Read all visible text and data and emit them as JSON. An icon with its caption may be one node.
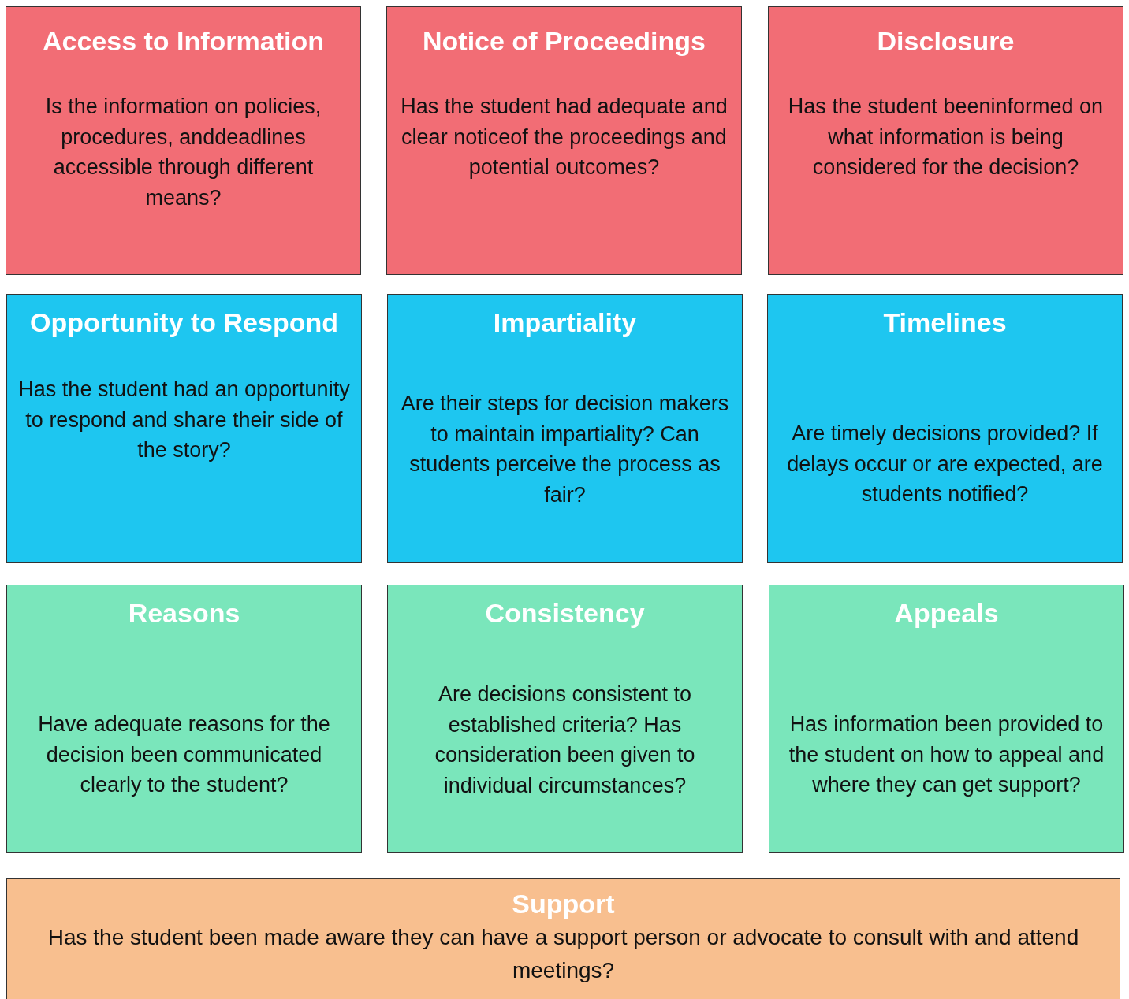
{
  "diagram": {
    "nodes": [
      {
        "text": [
          "Access to Information",
          "Is the information on policies, procedures, anddeadlines accessible through different means?"
        ]
      },
      {
        "text": [
          "Notice of Proceedings",
          "Has the student had adequate and clear noticeof the proceedings and potential outcomes?"
        ]
      },
      {
        "text": [
          "Disclosure",
          "Has the student beeninformed on what information is being considered for the decision?"
        ]
      },
      {
        "text": [
          "Opportunity to Respond",
          "Has the student had an opportunity to respond and share their side of the story?"
        ]
      },
      {
        "text": [
          "Impartiality",
          "Are their steps for decision makers to maintain impartiality? Can students perceive the process as fair?"
        ]
      },
      {
        "text": [
          "Timelines",
          "Are timely decisions provided? If delays occur or are expected, are students notified?"
        ]
      },
      {
        "text": [
          "Reasons",
          "Have adequate reasons for the decision been communicated clearly to the student?"
        ]
      },
      {
        "text": [
          "Consistency",
          "Are decisions consistent to established criteria? Has consideration been given to individual circumstances?"
        ]
      },
      {
        "text": [
          "Appeals",
          "Has information been provided to the student on how to appeal and where they can get support?"
        ]
      },
      {
        "text": [
          "Support",
          "Has the student been made aware they can have a support person or advocate to consult with and attend meetings?"
        ]
      }
    ]
  }
}
